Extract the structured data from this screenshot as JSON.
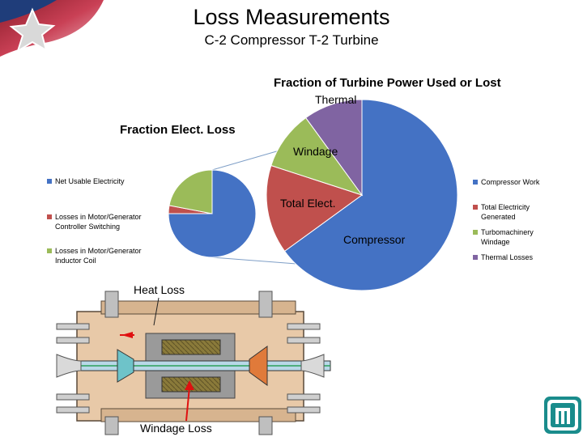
{
  "slide": {
    "title": "Loss Measurements",
    "subtitle": "C-2 Compressor T-2 Turbine"
  },
  "chart_data": [
    {
      "type": "pie",
      "title": "Fraction of Turbine Power Used or Lost",
      "slices": [
        {
          "label": "Compressor",
          "legend": "Compressor Work",
          "value": 0.65,
          "color": "#4472C4"
        },
        {
          "label": "Total Elect.",
          "legend": "Total Electricity Generated",
          "value": 0.15,
          "color": "#C0504D"
        },
        {
          "label": "Windage",
          "legend": "Turbomachinery Windage",
          "value": 0.1,
          "color": "#9BBB59"
        },
        {
          "label": "Thermal",
          "legend": "Thermal Losses",
          "value": 0.1,
          "color": "#8064A2"
        }
      ],
      "legend_position": "right"
    },
    {
      "type": "pie",
      "title": "Fraction Elect. Loss",
      "slices": [
        {
          "legend": "Net Usable Electricity",
          "value": 0.75,
          "color": "#4472C4"
        },
        {
          "legend": "Losses in Motor/Generator Controller Switching",
          "value": 0.03,
          "color": "#C0504D"
        },
        {
          "legend": "Losses in Motor/Generator Inductor Coil",
          "value": 0.22,
          "color": "#9BBB59"
        }
      ],
      "legend_position": "left"
    }
  ],
  "diagram": {
    "heat_loss_label": "Heat Loss",
    "windage_loss_label": "Windage Loss"
  },
  "icons": {
    "corner_logo": "flag-star-logo",
    "org_logo": "thunderbird-logo"
  }
}
